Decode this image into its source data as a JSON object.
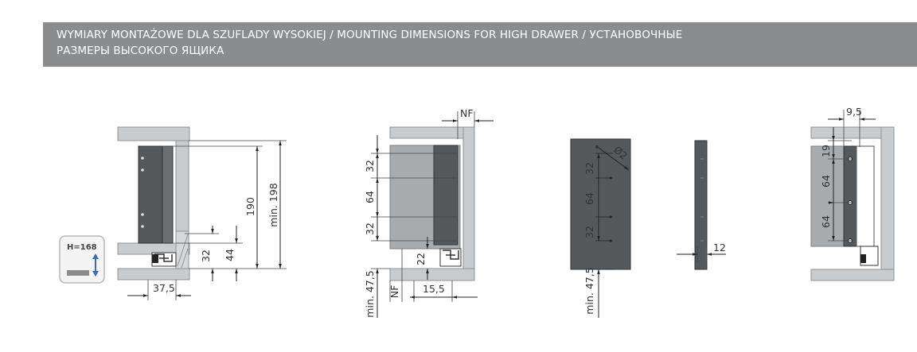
{
  "header": {
    "line1": "WYMIARY MONTAŻOWE DLA SZUFLADY WYSOKIEJ / MOUNTING DIMENSIONS FOR HIGH DRAWER / УСТАНОВОЧНЫЕ",
    "line2": "РАЗМЕРЫ ВЫСОКОГО  ЯЩИКА"
  },
  "badge": {
    "label": "H=168"
  },
  "side_view": {
    "dims": {
      "d190": "190",
      "min198": "min. 198",
      "d44": "44",
      "d32": "32",
      "d37_5": "37,5"
    }
  },
  "front_view": {
    "dims": {
      "nf_top": "NF",
      "d32a": "32",
      "d64": "64",
      "d32b": "32",
      "d22": "22",
      "min47_5": "min. 47,5",
      "nf_bottom": "NF",
      "d15_5": "15,5"
    }
  },
  "panel_view": {
    "dims": {
      "dia2": "Ø2",
      "d32a": "32",
      "d64": "64",
      "d32b": "32",
      "min47_5": "min. 47,5"
    }
  },
  "edge_view": {
    "dims": {
      "d12": "12"
    }
  },
  "rear_view": {
    "dims": {
      "d9_5": "9,5",
      "d19": "19",
      "d64a": "64",
      "d64b": "64"
    }
  },
  "colors": {
    "header_bg": "#8a8c8e",
    "panel_dark": "#55595c",
    "cabinet_light": "#c9ccce",
    "drawer_mid": "#a9acae"
  }
}
